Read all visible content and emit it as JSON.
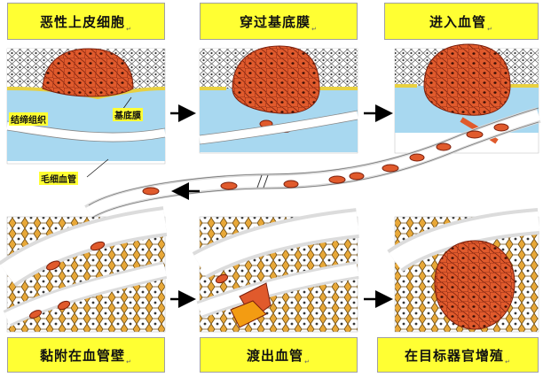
{
  "steps": [
    {
      "title": "恶性上皮细胞",
      "mark": "↵"
    },
    {
      "title": "穿过基底膜",
      "mark": "↵"
    },
    {
      "title": "进入血管",
      "mark": "↵"
    },
    {
      "title": "黏附在血管壁",
      "mark": "↵"
    },
    {
      "title": "渡出血管",
      "mark": "↵"
    },
    {
      "title": "在目标器官增殖",
      "mark": "↵"
    }
  ],
  "labels": {
    "connective_tissue": "结缔组织",
    "basement_membrane": "基底膜",
    "capillary": "毛细血管"
  },
  "colors": {
    "title_bg": "#ffff33",
    "tumor": "#e05a2c",
    "tumor_outline": "#7a1f0c",
    "connective": "#a8d8f0",
    "basement": "#e8d040",
    "vessel_wall": "#dcdcdc",
    "tissue_cell": "#e8a838",
    "arrow": "#000000"
  }
}
